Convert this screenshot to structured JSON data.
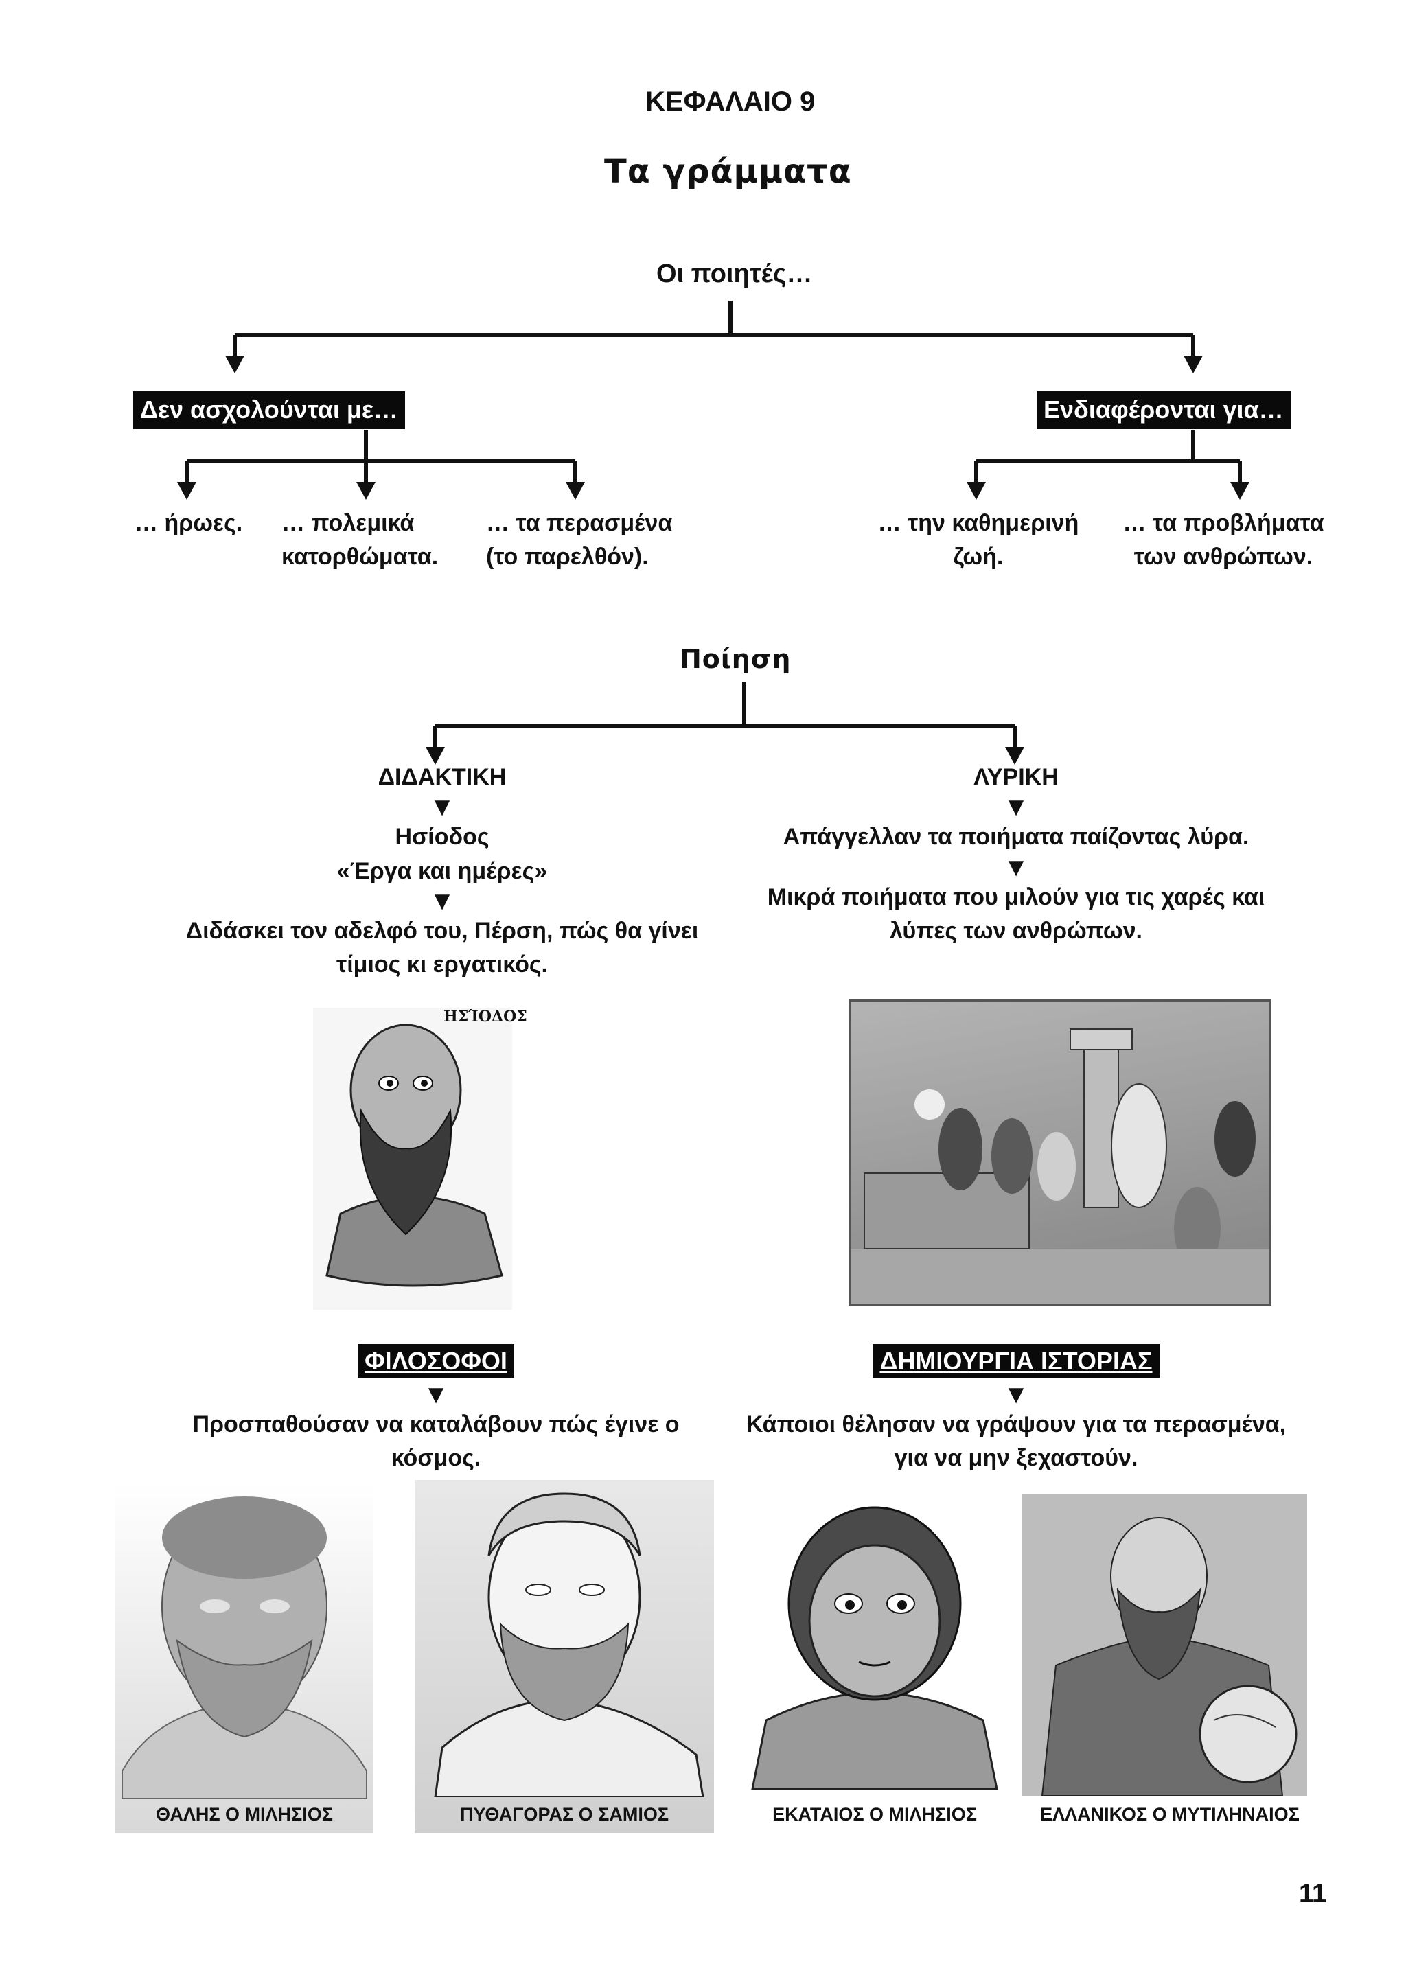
{
  "header": {
    "chapter": "ΚΕΦΑΛΑΙΟ 9",
    "title": "Τα γράμματα"
  },
  "poets": {
    "root": "Οι ποιητές…",
    "left_label": "Δεν ασχολούνται με…",
    "right_label": "Ενδιαφέρονται για…",
    "left_items": [
      {
        "line1": "… ήρωες.",
        "line2": ""
      },
      {
        "line1": "… πολεμικά",
        "line2": "κατορθώματα."
      },
      {
        "line1": "… τα περασμένα",
        "line2": "(το παρελθόν)."
      }
    ],
    "right_items": [
      {
        "line1": "… την καθημερινή",
        "line2": "ζωή."
      },
      {
        "line1": "… τα προβλήματα",
        "line2": "των ανθρώπων."
      }
    ]
  },
  "poetry": {
    "root": "Ποίηση",
    "didactic": {
      "heading": "ΔΙΔΑΚΤΙΚΗ",
      "poet": "Ησίοδος",
      "work": "«Έργα και ημέρες»",
      "desc1": "Διδάσκει τον αδελφό του, Πέρση, πώς θα γίνει",
      "desc2": "τίμιος κι εργατικός."
    },
    "lyric": {
      "heading": "ΛΥΡΙΚΗ",
      "line1": "Απάγγελλαν τα ποιήματα παίζοντας λύρα.",
      "desc1": "Μικρά ποιήματα που μιλούν για τις χαρές και",
      "desc2": "λύπες των ανθρώπων."
    }
  },
  "images": {
    "hesiod_label": "ΗΣΊΟΔΟΣ"
  },
  "philosophers": {
    "label": "ΦΙΛΟΣΟΦΟΙ",
    "desc1": "Προσπαθούσαν να καταλάβουν πώς έγινε ο",
    "desc2": "κόσμος."
  },
  "history": {
    "label": "ΔΗΜΙΟΥΡΓΙΑ ΙΣΤΟΡΙΑΣ",
    "desc1": "Κάποιοι θέλησαν να γράψουν για τα περασμένα,",
    "desc2": "για να μην ξεχαστούν."
  },
  "portraits": [
    {
      "caption": "ΘΑΛΗΣ Ο ΜΙΛΗΣΙΟΣ"
    },
    {
      "caption": "ΠΥΘΑΓΟΡΑΣ Ο ΣΑΜΙΟΣ"
    },
    {
      "caption": "ΕΚΑΤΑΙΟΣ Ο ΜΙΛΗΣΙΟΣ"
    },
    {
      "caption": "ΕΛΛΑΝΙΚΟΣ Ο ΜΥΤΙΛΗΝΑΙΟΣ"
    }
  ],
  "footer": {
    "page_number": "11"
  }
}
